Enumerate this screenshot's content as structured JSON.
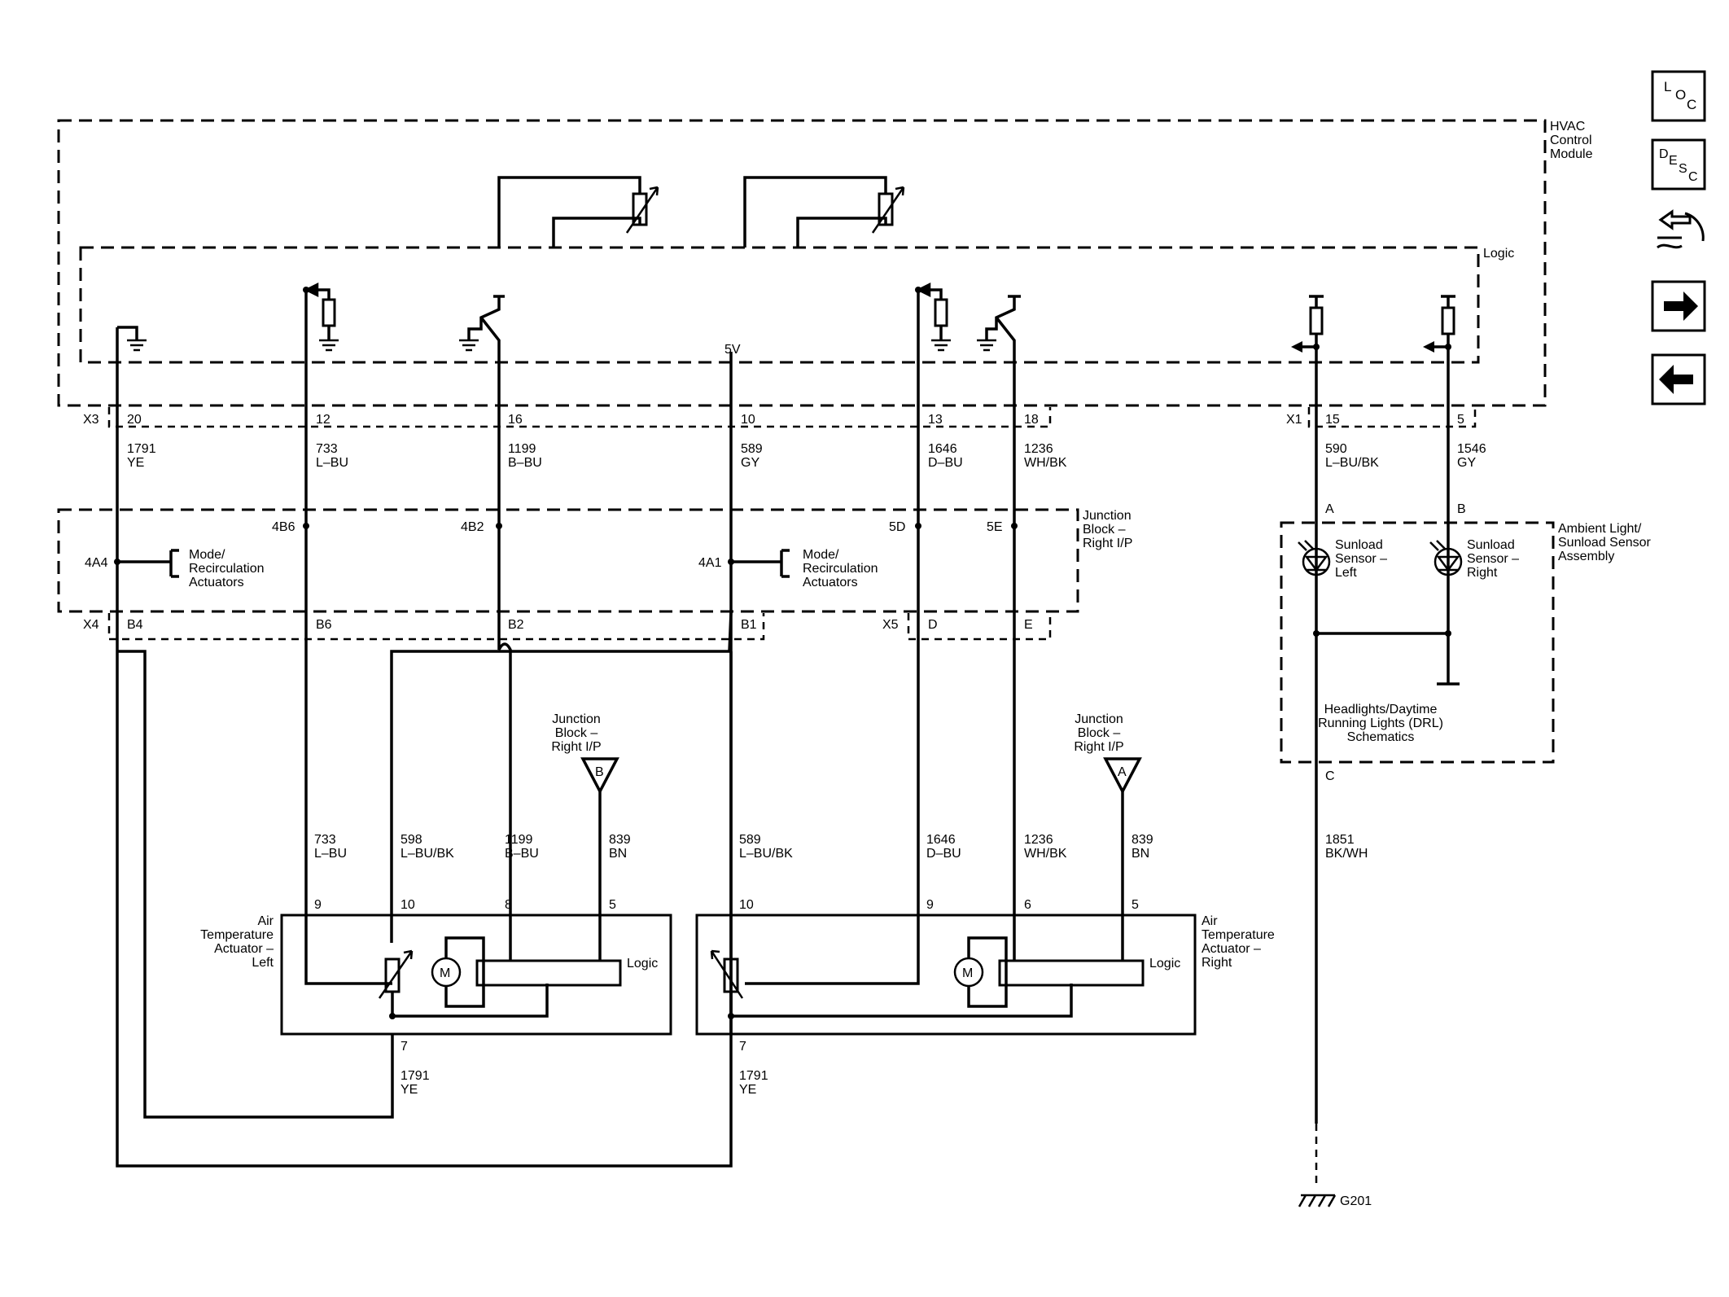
{
  "modules": {
    "hvac": "HVAC\nControl\nModule",
    "logic": "Logic",
    "junction_block": "Junction\nBlock –\nRight I/P",
    "ambient_sensor": "Ambient Light/\nSunload Sensor\nAssembly",
    "actuator_left": "Air\nTemperature\nActuator –\nLeft",
    "actuator_right": "Air\nTemperature\nActuator –\nRight",
    "logic_left": "Logic",
    "logic_right": "Logic",
    "motor": "M",
    "sunload_left": "Sunload\nSensor –\nLeft",
    "sunload_right": "Sunload\nSensor –\nRight",
    "mode_recirc": "Mode/\nRecirculation\nActuators",
    "drl_ref": "Headlights/Daytime\nRunning Lights (DRL)\nSchematics",
    "jb_ref": "Junction\nBlock –\nRight I/P",
    "ref_b": "B",
    "ref_a": "A",
    "five_v": "5V",
    "ground_g201": "G201"
  },
  "connectors": {
    "x3": "X3",
    "x1": "X1",
    "x4": "X4",
    "x5": "X5",
    "pin_20": "20",
    "pin_12": "12",
    "pin_16": "16",
    "pin_10": "10",
    "pin_13": "13",
    "pin_18": "18",
    "pin_15": "15",
    "pin_5": "5",
    "jb_4b6": "4B6",
    "jb_4b2": "4B2",
    "jb_5d": "5D",
    "jb_5e": "5E",
    "jb_4a4": "4A4",
    "jb_4a1": "4A1",
    "b4": "B4",
    "b6": "B6",
    "b2": "B2",
    "b1": "B1",
    "d": "D",
    "e": "E",
    "sensor_a": "A",
    "sensor_b": "B",
    "sensor_c": "C",
    "al_9": "9",
    "al_10": "10",
    "al_8": "8",
    "al_5": "5",
    "al_7": "7",
    "ar_10": "10",
    "ar_9": "9",
    "ar_6": "6",
    "ar_5": "5",
    "ar_7": "7"
  },
  "wires": {
    "w1791_top": "1791\nYE",
    "w733_top": "733\nL–BU",
    "w1199_top": "1199\nB–BU",
    "w589_top": "589\nGY",
    "w1646_top": "1646\nD–BU",
    "w1236_top": "1236\nWH/BK",
    "w590": "590\nL–BU/BK",
    "w1546": "1546\nGY",
    "w733_low": "733\nL–BU",
    "w598_low": "598\nL–BU/BK",
    "w1199_low": "1199\nB–BU",
    "w839_left": "839\nBN",
    "w589_low": "589\nL–BU/BK",
    "w1646_low": "1646\nD–BU",
    "w1236_low": "1236\nWH/BK",
    "w839_right": "839\nBN",
    "w1851": "1851\nBK/WH",
    "w1791_left": "1791\nYE",
    "w1791_right": "1791\nYE"
  },
  "nav": {
    "loc_l": "L",
    "loc_o": "O",
    "loc_c": "C",
    "desc_d": "D",
    "desc_e": "E",
    "desc_s": "S",
    "desc_c": "C"
  }
}
